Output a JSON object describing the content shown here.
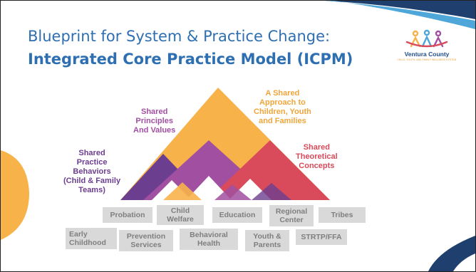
{
  "slide": {
    "title_line1": "Blueprint for System & Practice Change:",
    "title_line2": "Integrated Core Practice Model (ICPM)",
    "logo": {
      "name": "Ventura County",
      "subtitle": "CHILD, YOUTH, AND FAMILY WELLNESS SYSTEM"
    }
  },
  "diagram": {
    "labels": {
      "shared_approach": [
        "A Shared",
        "Approach to",
        "Children, Youth",
        "and Families"
      ],
      "shared_principles": [
        "Shared",
        "Principles",
        "And Values"
      ],
      "shared_theoretical": [
        "Shared",
        "Theoretical",
        "Concepts"
      ],
      "shared_behaviors": [
        "Shared",
        "Practice",
        "Behaviors",
        "(Child & Family",
        "Teams)"
      ]
    },
    "foundation_row1": [
      [
        "Probation"
      ],
      [
        "Child",
        "Welfare"
      ],
      [
        "Education"
      ],
      [
        "Regional",
        "Center"
      ],
      [
        "Tribes"
      ]
    ],
    "foundation_row2": [
      [
        "Early",
        "Childhood"
      ],
      [
        "Prevention",
        "Services"
      ],
      [
        "Behavioral",
        "Health"
      ],
      [
        "Youth &",
        "Parents"
      ],
      [
        "STRTP/FFA"
      ]
    ]
  },
  "colors": {
    "title_blue": "#2e6fb2",
    "approach_orange": "#f7b24a",
    "principles_purple": "#a14fa1",
    "behaviors_purple": "#6c3e8f",
    "concepts_red": "#d94a5a",
    "accent_navy": "#1f3f6e",
    "box_gray": "#d9d9d9",
    "box_text": "#7f7f7f"
  }
}
